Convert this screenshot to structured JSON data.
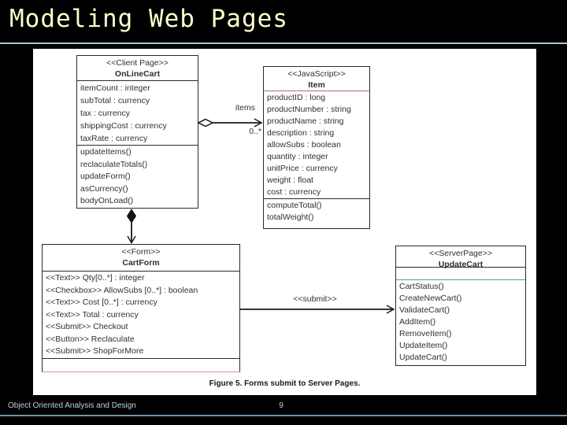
{
  "slide": {
    "title": "Modeling Web Pages",
    "footer": "Object Oriented Analysis and Design",
    "page_number": "9"
  },
  "figure": {
    "caption": "Figure 5. Forms submit to Server Pages."
  },
  "diagram": {
    "classes": {
      "onLineCart": {
        "stereotype": "<<Client Page>>",
        "name": "OnLineCart",
        "attributes": [
          "itemCount : integer",
          "subTotal : currency",
          "tax : currency",
          "shippingCost : currency",
          "taxRate : currency"
        ],
        "operations": [
          "updateItems()",
          "reclaculateTotals()",
          "updateForm()",
          "asCurrency()",
          "bodyOnLoad()"
        ]
      },
      "item": {
        "stereotype": "<<JavaScript>>",
        "name": "Item",
        "attributes": [
          "productID : long",
          "productNumber : string",
          "productName : string",
          "description : string",
          "allowSubs : boolean",
          "quantity : integer",
          "unitPrice : currency",
          "weight : float",
          "cost : currency"
        ],
        "operations": [
          "computeTotal()",
          "totalWeight()"
        ]
      },
      "cartForm": {
        "stereotype": "<<Form>>",
        "name": "CartForm",
        "attributes": [
          "<<Text>> Qty[0..*] : integer",
          "<<Checkbox>> AllowSubs [0..*] : boolean",
          "<<Text>> Cost [0..*] : currency",
          "<<Text>> Total : currency",
          "<<Submit>> Checkout",
          "<<Button>> Reclaculate",
          "<<Submit>> ShopForMore"
        ],
        "operations": []
      },
      "updateCart": {
        "stereotype": "<<ServerPage>>",
        "name": "UpdateCart",
        "attributes": [],
        "operations": [
          "CartStatus()",
          "CreateNewCart()",
          "ValidateCart()",
          "AddItem()",
          "RemoveItem()",
          "UpdateItem()",
          "UpdateCart()"
        ]
      }
    },
    "associations": {
      "items": {
        "type": "aggregation",
        "label": "items",
        "multiplicity": "0..*"
      },
      "form": {
        "type": "composition"
      },
      "submit": {
        "type": "association",
        "label": "<<submit>>"
      }
    }
  },
  "colors": {
    "background": "#000000",
    "title_text": "#ffffcc",
    "top_rule": "#a9c6d4",
    "slide_background": "#ffffff",
    "box_border": "#2a2a2a",
    "item_header_divider": "#b56a6a",
    "updatecart_ops_divider": "#4f9aa6",
    "cartform_bottom_border": "#d99898",
    "footer_text": "#b9d2e2",
    "bottom_rule": "#6f95a9"
  }
}
